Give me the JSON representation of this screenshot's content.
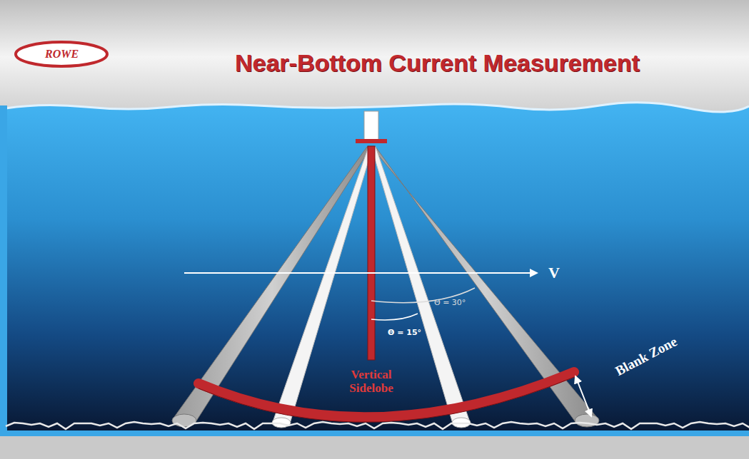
{
  "diagram": {
    "title": "Near-Bottom Current Measurement",
    "labels": [
      "ROWE",
      "V",
      "Θ = 30°",
      "Θ = 15°",
      "Vertical Sidelobe",
      "Blank Zone"
    ]
  }
}
